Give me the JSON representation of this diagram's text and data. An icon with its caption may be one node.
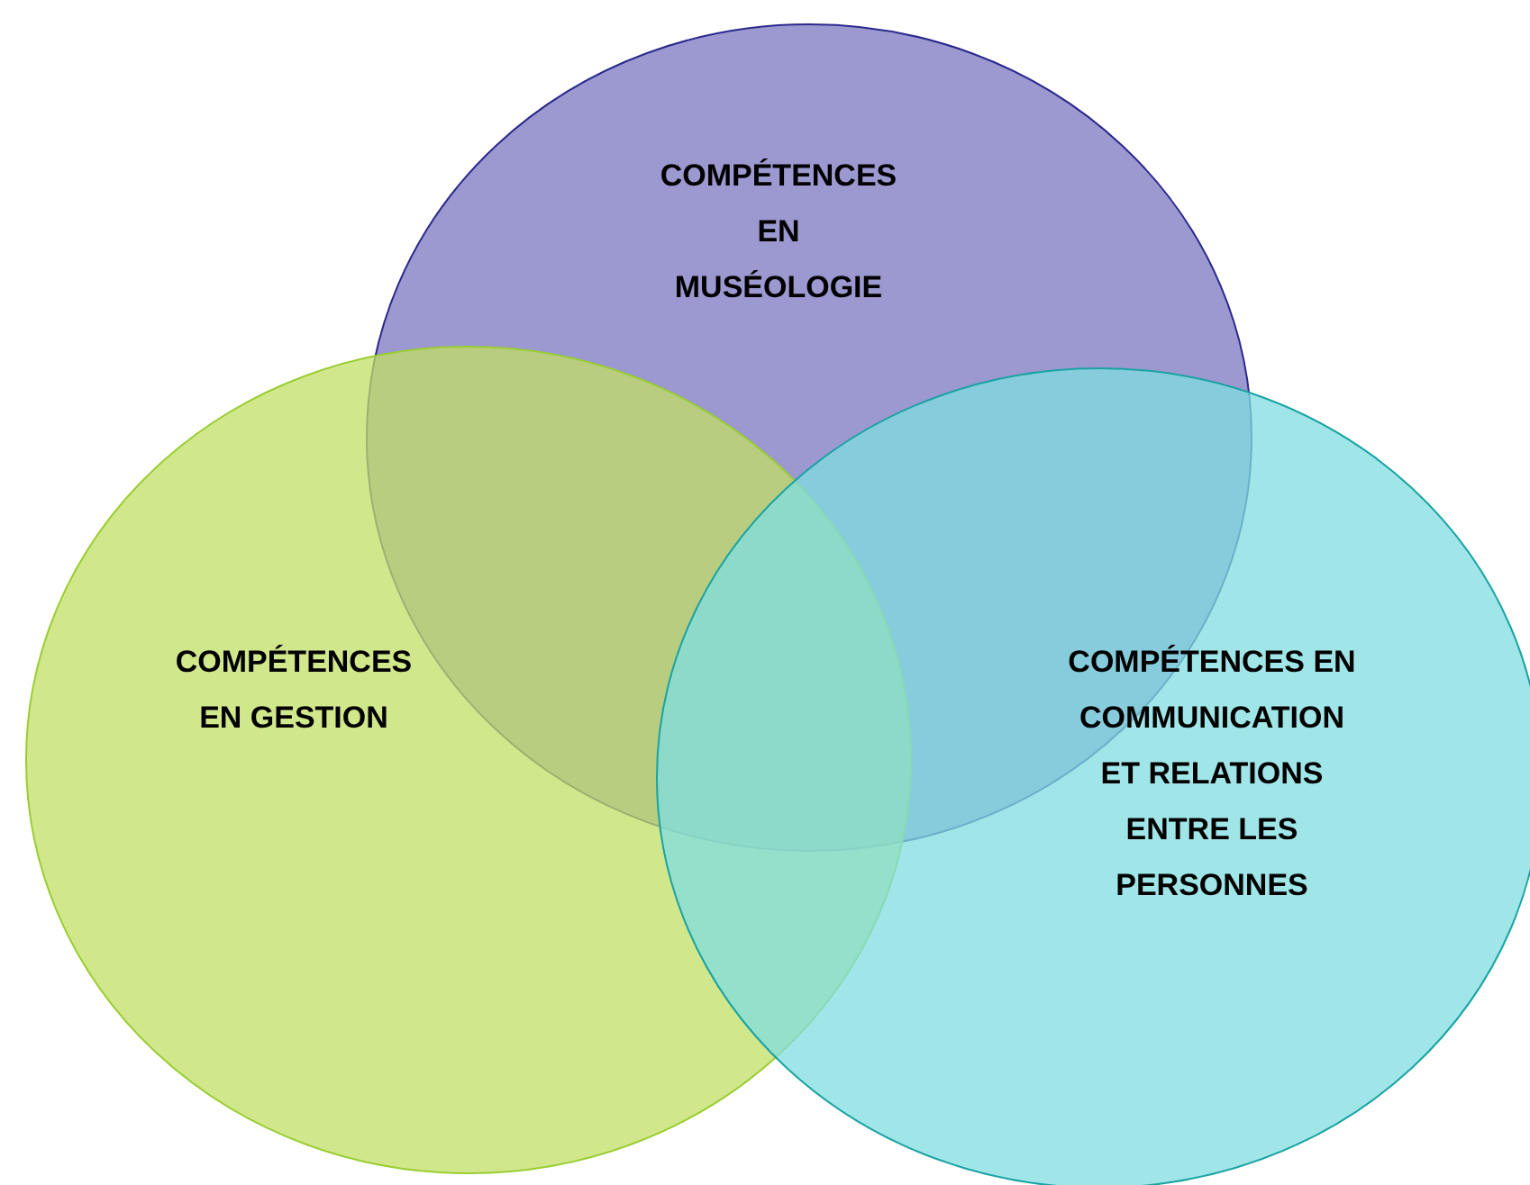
{
  "diagram": {
    "nodes": [
      {
        "text": [
          "COMPÉTENCES EN MUSÉOLOGIE"
        ]
      },
      {
        "text": [
          "COMPÉTENCES EN GESTION"
        ]
      },
      {
        "text": [
          "COMPÉTENCES EN COMMUNICATION ET RELATIONS ENTRE LES PERSONNES"
        ]
      }
    ]
  }
}
